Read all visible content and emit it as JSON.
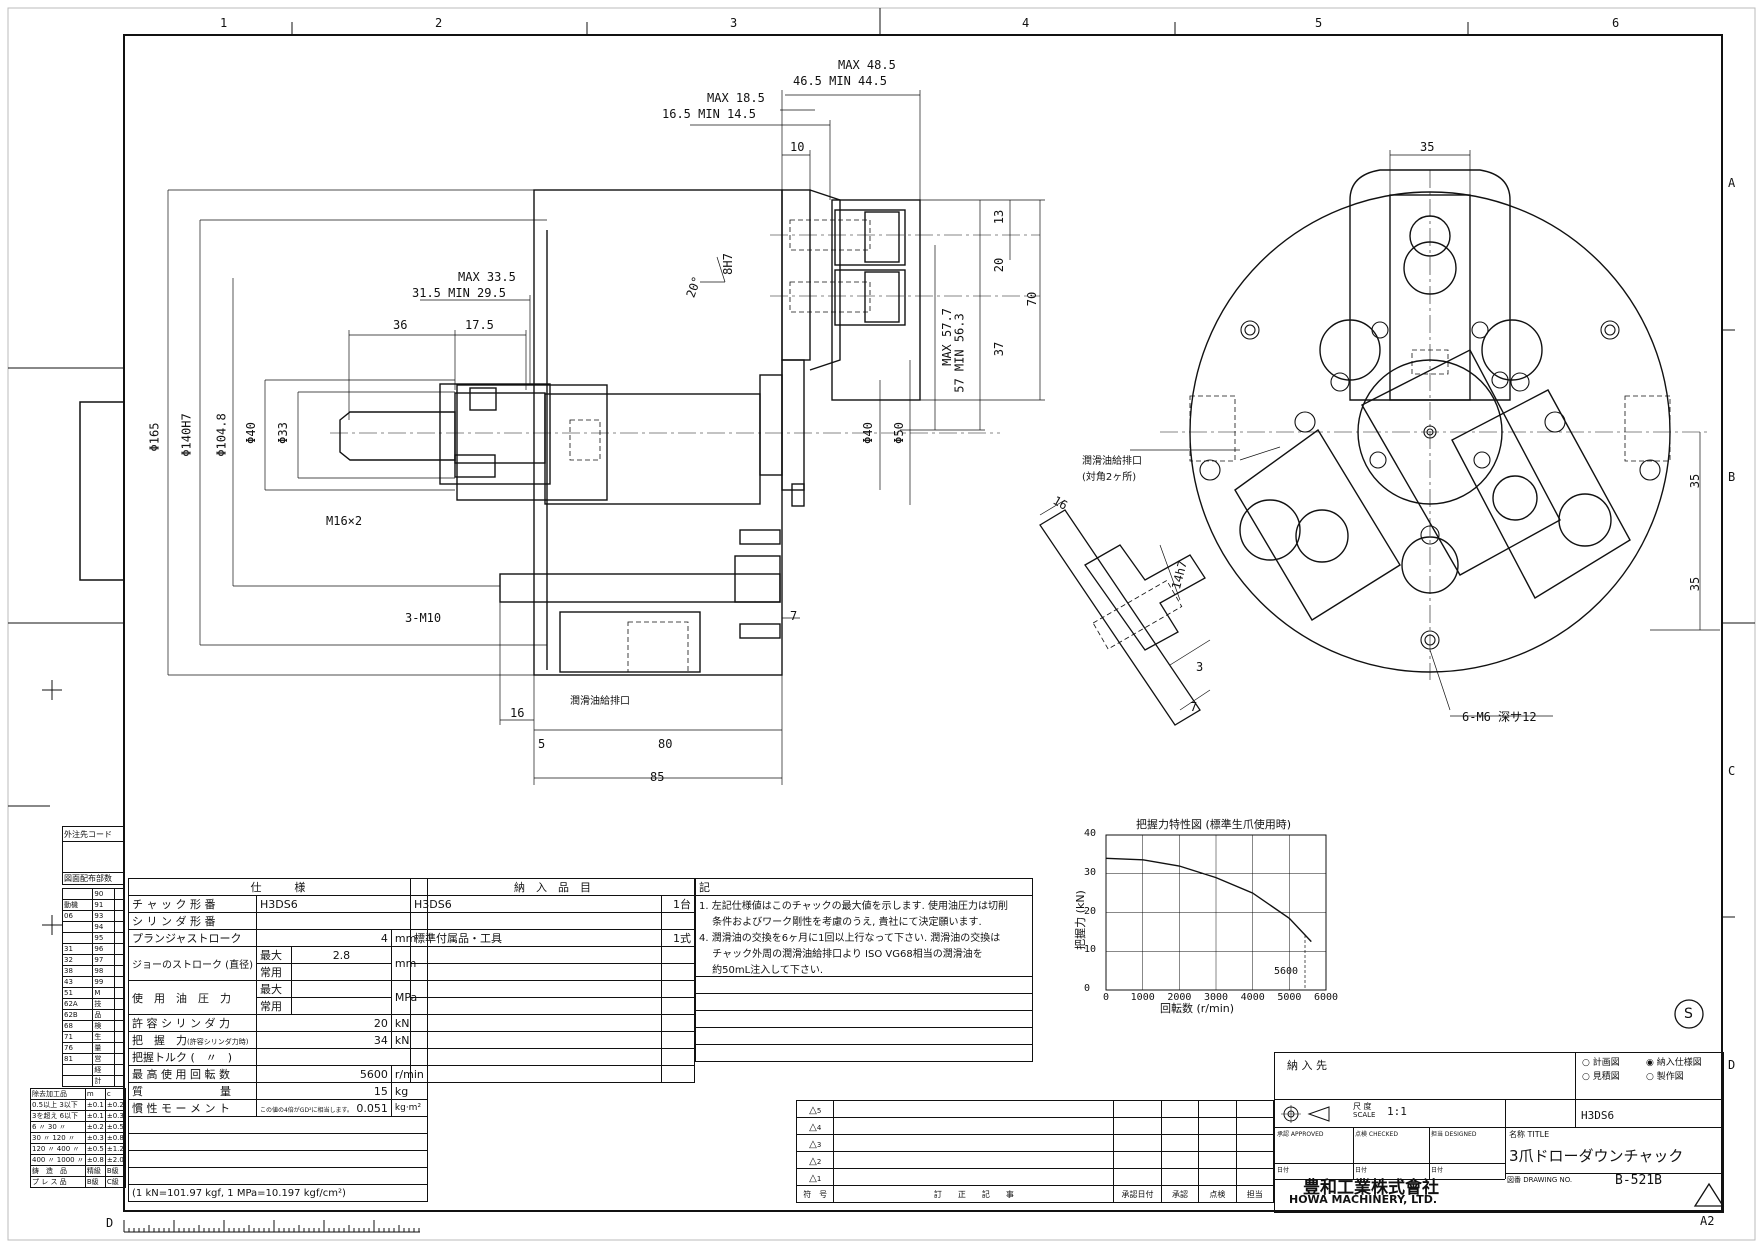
{
  "frame": {
    "col_numbers": [
      "1",
      "2",
      "3",
      "4",
      "5",
      "6"
    ],
    "row_letters": [
      "A",
      "B",
      "C",
      "D"
    ],
    "sheet_size": "A2",
    "corner_letter": "D"
  },
  "dimensions": {
    "max48_5": "MAX 48.5",
    "d46_5_min44_5": "46.5  MIN 44.5",
    "max18_5": "MAX 18.5",
    "d16_5_min14_5": "16.5  MIN 14.5",
    "d10": "10",
    "max33_5": "MAX 33.5",
    "d31_5_min29_5": "31.5  MIN 29.5",
    "d36": "36",
    "d17_5": "17.5",
    "angle20": "20°",
    "fit8h7": "8H7",
    "d13": "13",
    "d20": "20",
    "d70": "70",
    "d37": "37",
    "max57_7": "MAX 57.7",
    "min56_3": "57 MIN 56.3",
    "phi165": "Φ165",
    "phi140h7": "Φ140H7",
    "phi104_8": "Φ104.8",
    "phi40": "Φ40",
    "phi33": "Φ33",
    "phi40b": "Φ40",
    "phi50": "Φ50",
    "m16x2": "M16×2",
    "m10": "3-M10",
    "d7": "7",
    "d16": "16",
    "d5": "5",
    "d80": "80",
    "d85": "85",
    "lube_port": "潤滑油給排口",
    "d35_top": "35",
    "d35_r1": "35",
    "d35_r2": "35",
    "lube_port2": "潤滑油給排口",
    "lube_port2_sub": "(対角2ヶ所)",
    "d16_jaw": "16",
    "fit14h7": "14h7",
    "d3": "3",
    "d7_jaw": "7",
    "m6": "6-M6 深サ12"
  },
  "chart_data": {
    "type": "line",
    "title": "把握力特性図 (標準生爪使用時)",
    "xlabel": "回転数 (r/min)",
    "ylabel": "把握力 (kN)",
    "xlim": [
      0,
      6000
    ],
    "ylim": [
      0,
      40
    ],
    "xticks": [
      "0",
      "1000",
      "2000",
      "3000",
      "4000",
      "5000",
      "6000"
    ],
    "yticks": [
      "0",
      "10",
      "20",
      "30",
      "40"
    ],
    "annotation": "5600",
    "grid": true,
    "x": [
      0,
      1000,
      2000,
      3000,
      4000,
      5000,
      5600
    ],
    "y": [
      34,
      33.6,
      32,
      29,
      25,
      18.5,
      12.5
    ]
  },
  "spec_table": {
    "header": "仕　　　様",
    "rows": [
      {
        "label": "チ ャ ッ ク 形 番",
        "value": "H3DS6",
        "unit": ""
      },
      {
        "label": "シ リ ン ダ 形 番",
        "value": "",
        "unit": ""
      },
      {
        "label": "プランジャストローク",
        "value": "4",
        "unit": "mm"
      },
      {
        "label": "ジョーのストローク (直径)",
        "sub1": "最大",
        "sub1_val": "2.8",
        "sub2": "常用",
        "unit": "mm"
      },
      {
        "label": "使　用　油　圧　力",
        "sub1": "最大",
        "sub2": "常用",
        "unit": "MPa"
      },
      {
        "label": "許 容 シ リ ン ダ 力",
        "value": "20",
        "unit": "kN"
      },
      {
        "label": "把　握　力",
        "label_sub": "(許容シリンダ力時)",
        "value": "34",
        "unit": "kN"
      },
      {
        "label": "把握トルク (　〃　)",
        "value": "",
        "unit": ""
      },
      {
        "label": "最 高 使 用 回 転 数",
        "value": "5600",
        "unit": "r/min"
      },
      {
        "label": "質　　　　　　　量",
        "value": "15",
        "unit": "kg"
      },
      {
        "label": "慣 性 モ ー メ ン ト",
        "label_sub": "この値の4倍がGD²に相当します。",
        "value": "0.051",
        "unit": "kg·m²"
      }
    ],
    "footnote": "(1 kN=101.97 kgf, 1 MPa=10.197 kgf/cm²)"
  },
  "delivery_table": {
    "header": "納　入　品　目",
    "rows": [
      {
        "item": "H3DS6",
        "qty": "1台"
      },
      {
        "item": "標準付属品・工具",
        "qty": "1式"
      }
    ]
  },
  "notes": {
    "header": "記",
    "lines": [
      "1. 左記仕様値はこのチャックの最大値を示します. 使用油圧力は切削",
      "　 条件およびワーク剛性を考慮のうえ, 貴社にて決定願います.",
      "4. 潤滑油の交換を6ヶ月に1回以上行なって下さい. 潤滑油の交換は",
      "　 チャック外周の潤滑油給排口より ISO VG68相当の潤滑油を",
      "　 約50mL注入して下さい."
    ]
  },
  "left_strip": {
    "supplier_code": "外注先コード",
    "distribution": "図面配布部数",
    "numbers": [
      "90",
      "91",
      "93",
      "94",
      "95",
      "96",
      "97",
      "98",
      "99",
      "M",
      "技",
      "品",
      "検",
      "生",
      "量",
      "営",
      "経",
      "計"
    ],
    "codes": [
      "",
      "動機",
      "06",
      "",
      "",
      "31",
      "32",
      "38",
      "43",
      "51",
      "62A",
      "62B",
      "68",
      "71",
      "76",
      "81",
      ""
    ],
    "tolerance_header": [
      "除去加工品",
      "m",
      "c"
    ],
    "tolerance_rows": [
      [
        "0.5以上 3以下",
        "±0.1",
        "±0.2"
      ],
      [
        "3を超え 6以下",
        "±0.1",
        "±0.3"
      ],
      [
        "6 〃 30 〃",
        "±0.2",
        "±0.5"
      ],
      [
        "30 〃 120 〃",
        "±0.3",
        "±0.8"
      ],
      [
        "120 〃 400 〃",
        "±0.5",
        "±1.2"
      ],
      [
        "400 〃 1000 〃",
        "±0.8",
        "±2.0"
      ]
    ],
    "tol_footer1": [
      "鋳　造　品",
      "精級",
      "B級"
    ],
    "tol_footer2": [
      "プ レ ス 品",
      "B級",
      "C級"
    ]
  },
  "revision_block": {
    "marks": [
      "5",
      "4",
      "3",
      "2",
      "1"
    ],
    "footer": [
      "符　号",
      "訂　　正　　記　　事",
      "承認日付",
      "承認",
      "点検",
      "担当"
    ]
  },
  "title_block": {
    "delivery_to": "納 入 先",
    "options": [
      {
        "label": "計画図",
        "filled": false
      },
      {
        "label": "納入仕様図",
        "filled": true
      },
      {
        "label": "見積図",
        "filled": false
      },
      {
        "label": "製作図",
        "filled": false
      }
    ],
    "scale_label": "尺 度",
    "scale_en": "SCALE",
    "scale_value": "1:1",
    "model": "H3DS6",
    "approved": "承認 APPROVED",
    "checked": "点検 CHECKED",
    "designed": "担当 DESIGNED",
    "date": "日付",
    "title_label": "名称 TITLE",
    "title_value": "3爪ドローダウンチャック",
    "drawing_no_label": "図番 DRAWING NO.",
    "drawing_no": "B-521B",
    "company_jp": "豊和工業株式會社",
    "company_en": "HOWA MACHINERY, LTD.",
    "stamp": "S"
  }
}
